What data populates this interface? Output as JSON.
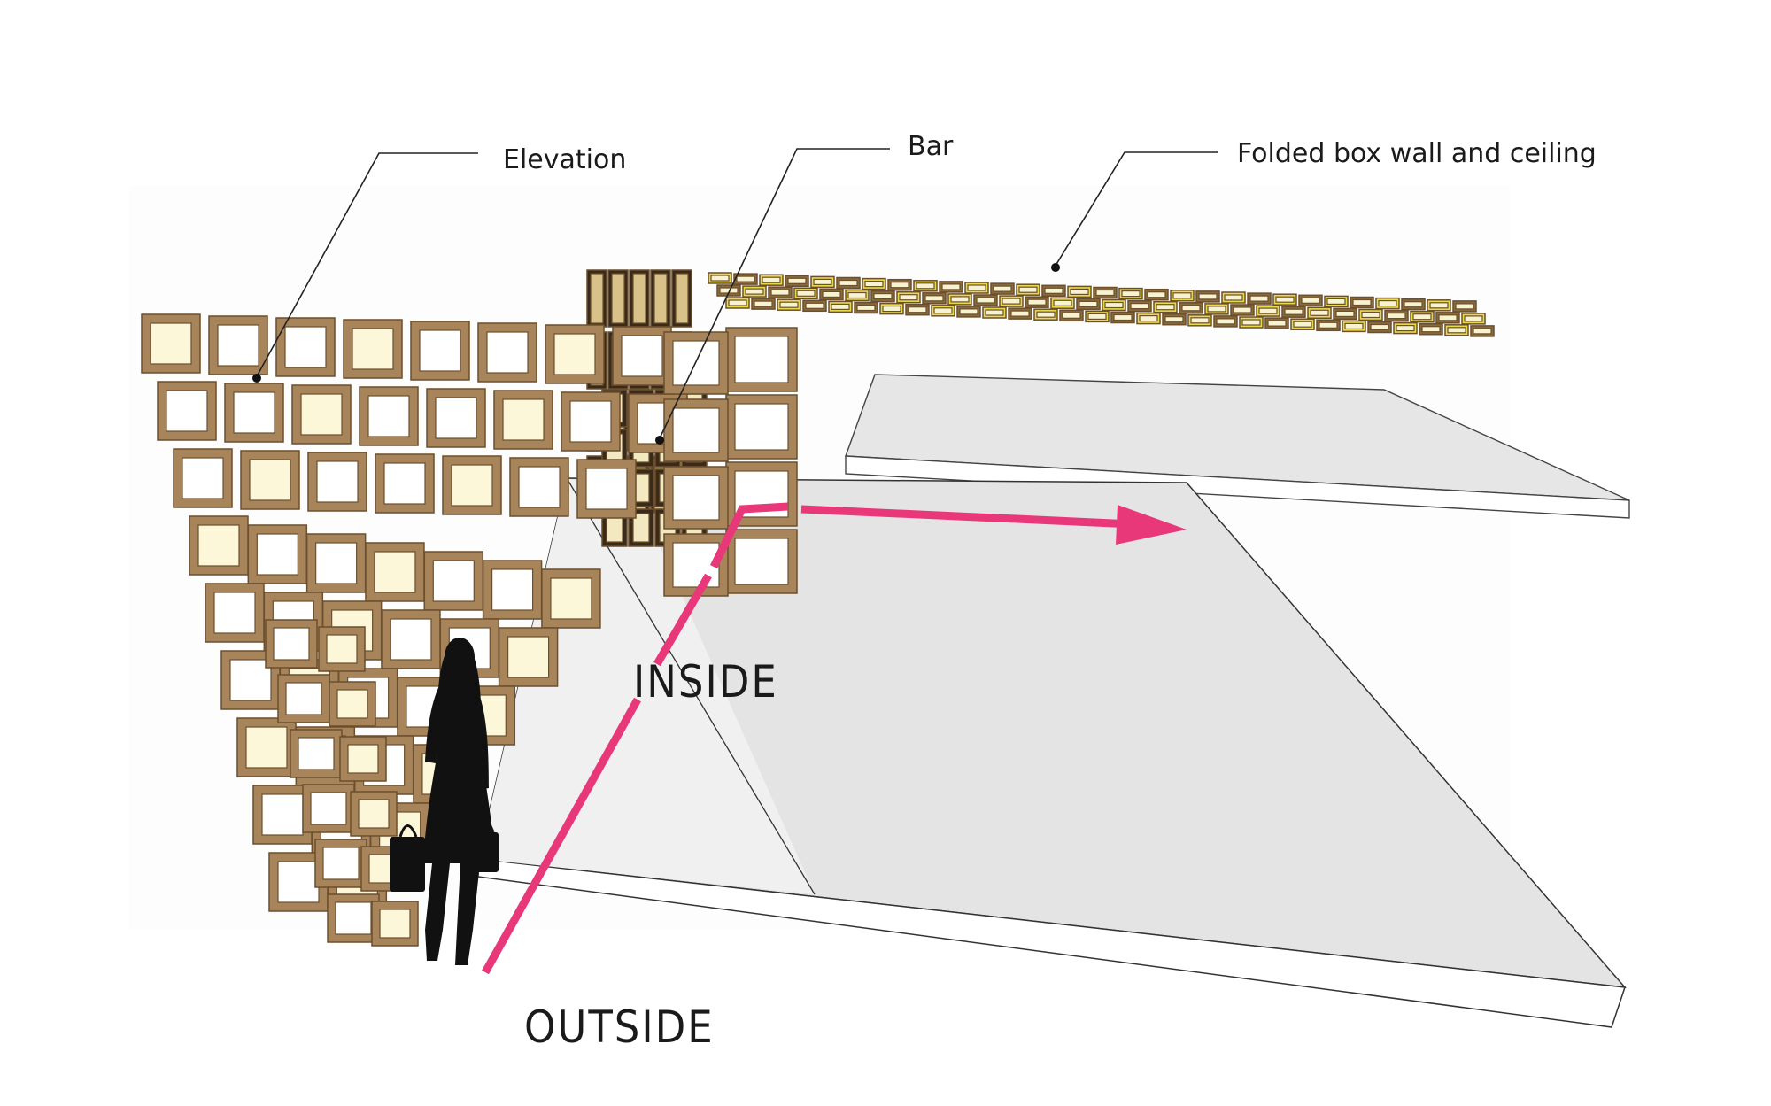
{
  "labels": {
    "elevation": "Elevation",
    "bar": "Bar",
    "ceiling": "Folded box wall  and ceiling",
    "inside": "INSIDE",
    "outside": "OUTSIDE"
  },
  "colors": {
    "frame": "#a8845a",
    "frame_dark": "#6b4f2e",
    "frame_yellow": "#e8d84a",
    "floor": "#e4e4e4",
    "floor_edge": "#ffffff",
    "path": "#e8387a",
    "silhouette": "#111111"
  }
}
